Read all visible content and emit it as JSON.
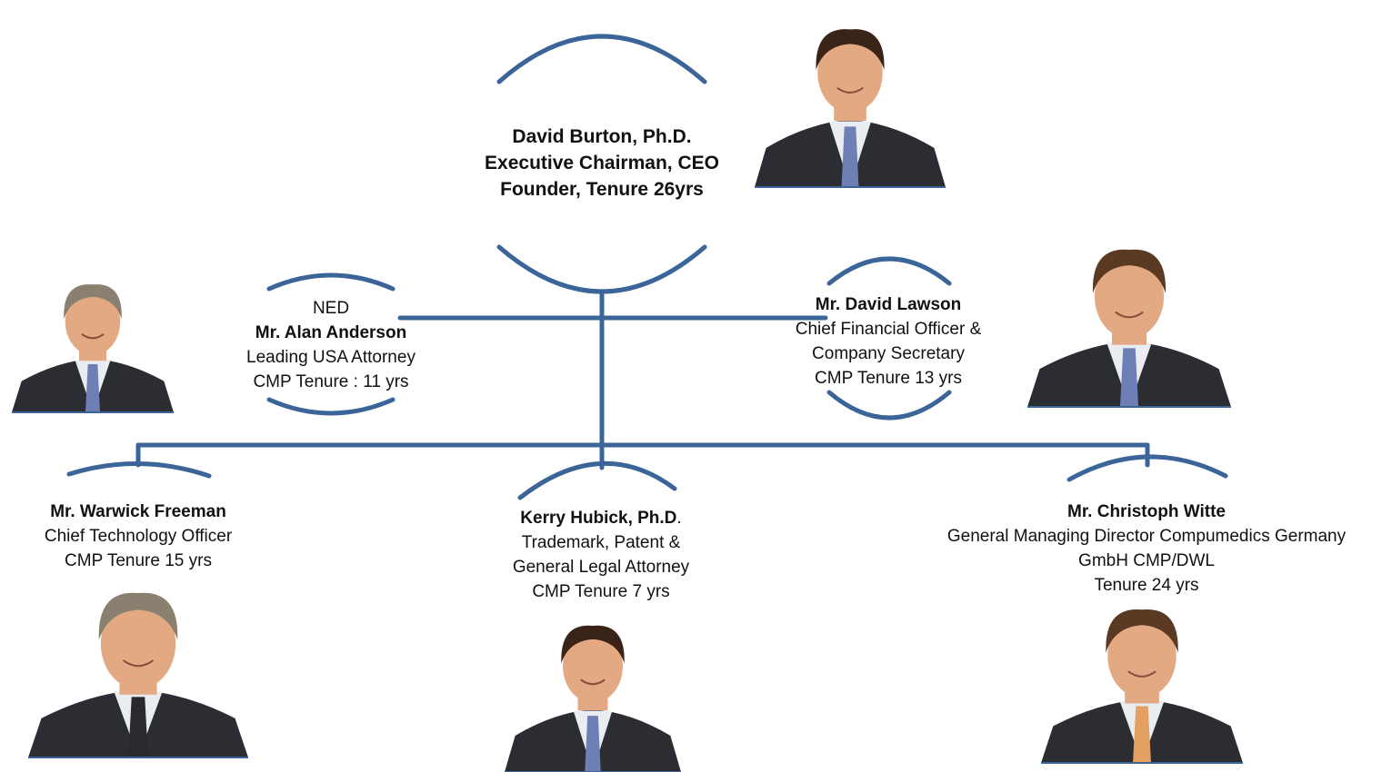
{
  "colors": {
    "line": "#3b6499",
    "suit": "#2b2d33",
    "shirt": "#e9edf2",
    "tie_blue": "#6d7fb5",
    "tie_dark": "#2a2a2e",
    "tie_orange": "#e4a063",
    "skin": "#e3a983",
    "hair_dark": "#3a2418",
    "hair_brown": "#5a3a22",
    "hair_grey": "#8a806f"
  },
  "ceo": {
    "name": "David Burton, Ph.D.",
    "title": "Executive Chairman, CEO",
    "note": "Founder, Tenure 26yrs"
  },
  "anderson": {
    "prefix": "NED",
    "name": "Mr. Alan Anderson",
    "title": "Leading USA Attorney",
    "tenure": "CMP Tenure : 11 yrs"
  },
  "lawson": {
    "name": "Mr. David Lawson",
    "title1": "Chief Financial Officer &",
    "title2": "Company Secretary",
    "tenure": "CMP Tenure 13 yrs"
  },
  "freeman": {
    "name": "Mr. Warwick Freeman",
    "title": "Chief Technology Officer",
    "tenure": "CMP Tenure 15 yrs"
  },
  "hubick": {
    "name": "Kerry Hubick, Ph.D",
    "name_suffix": ".",
    "title1": "Trademark, Patent &",
    "title2": "General Legal Attorney",
    "tenure": "CMP Tenure 7 yrs"
  },
  "witte": {
    "name": "Mr. Christoph Witte",
    "title1": "General Managing Director Compumedics Germany",
    "title2": "GmbH CMP/DWL",
    "tenure": "Tenure 24 yrs"
  }
}
